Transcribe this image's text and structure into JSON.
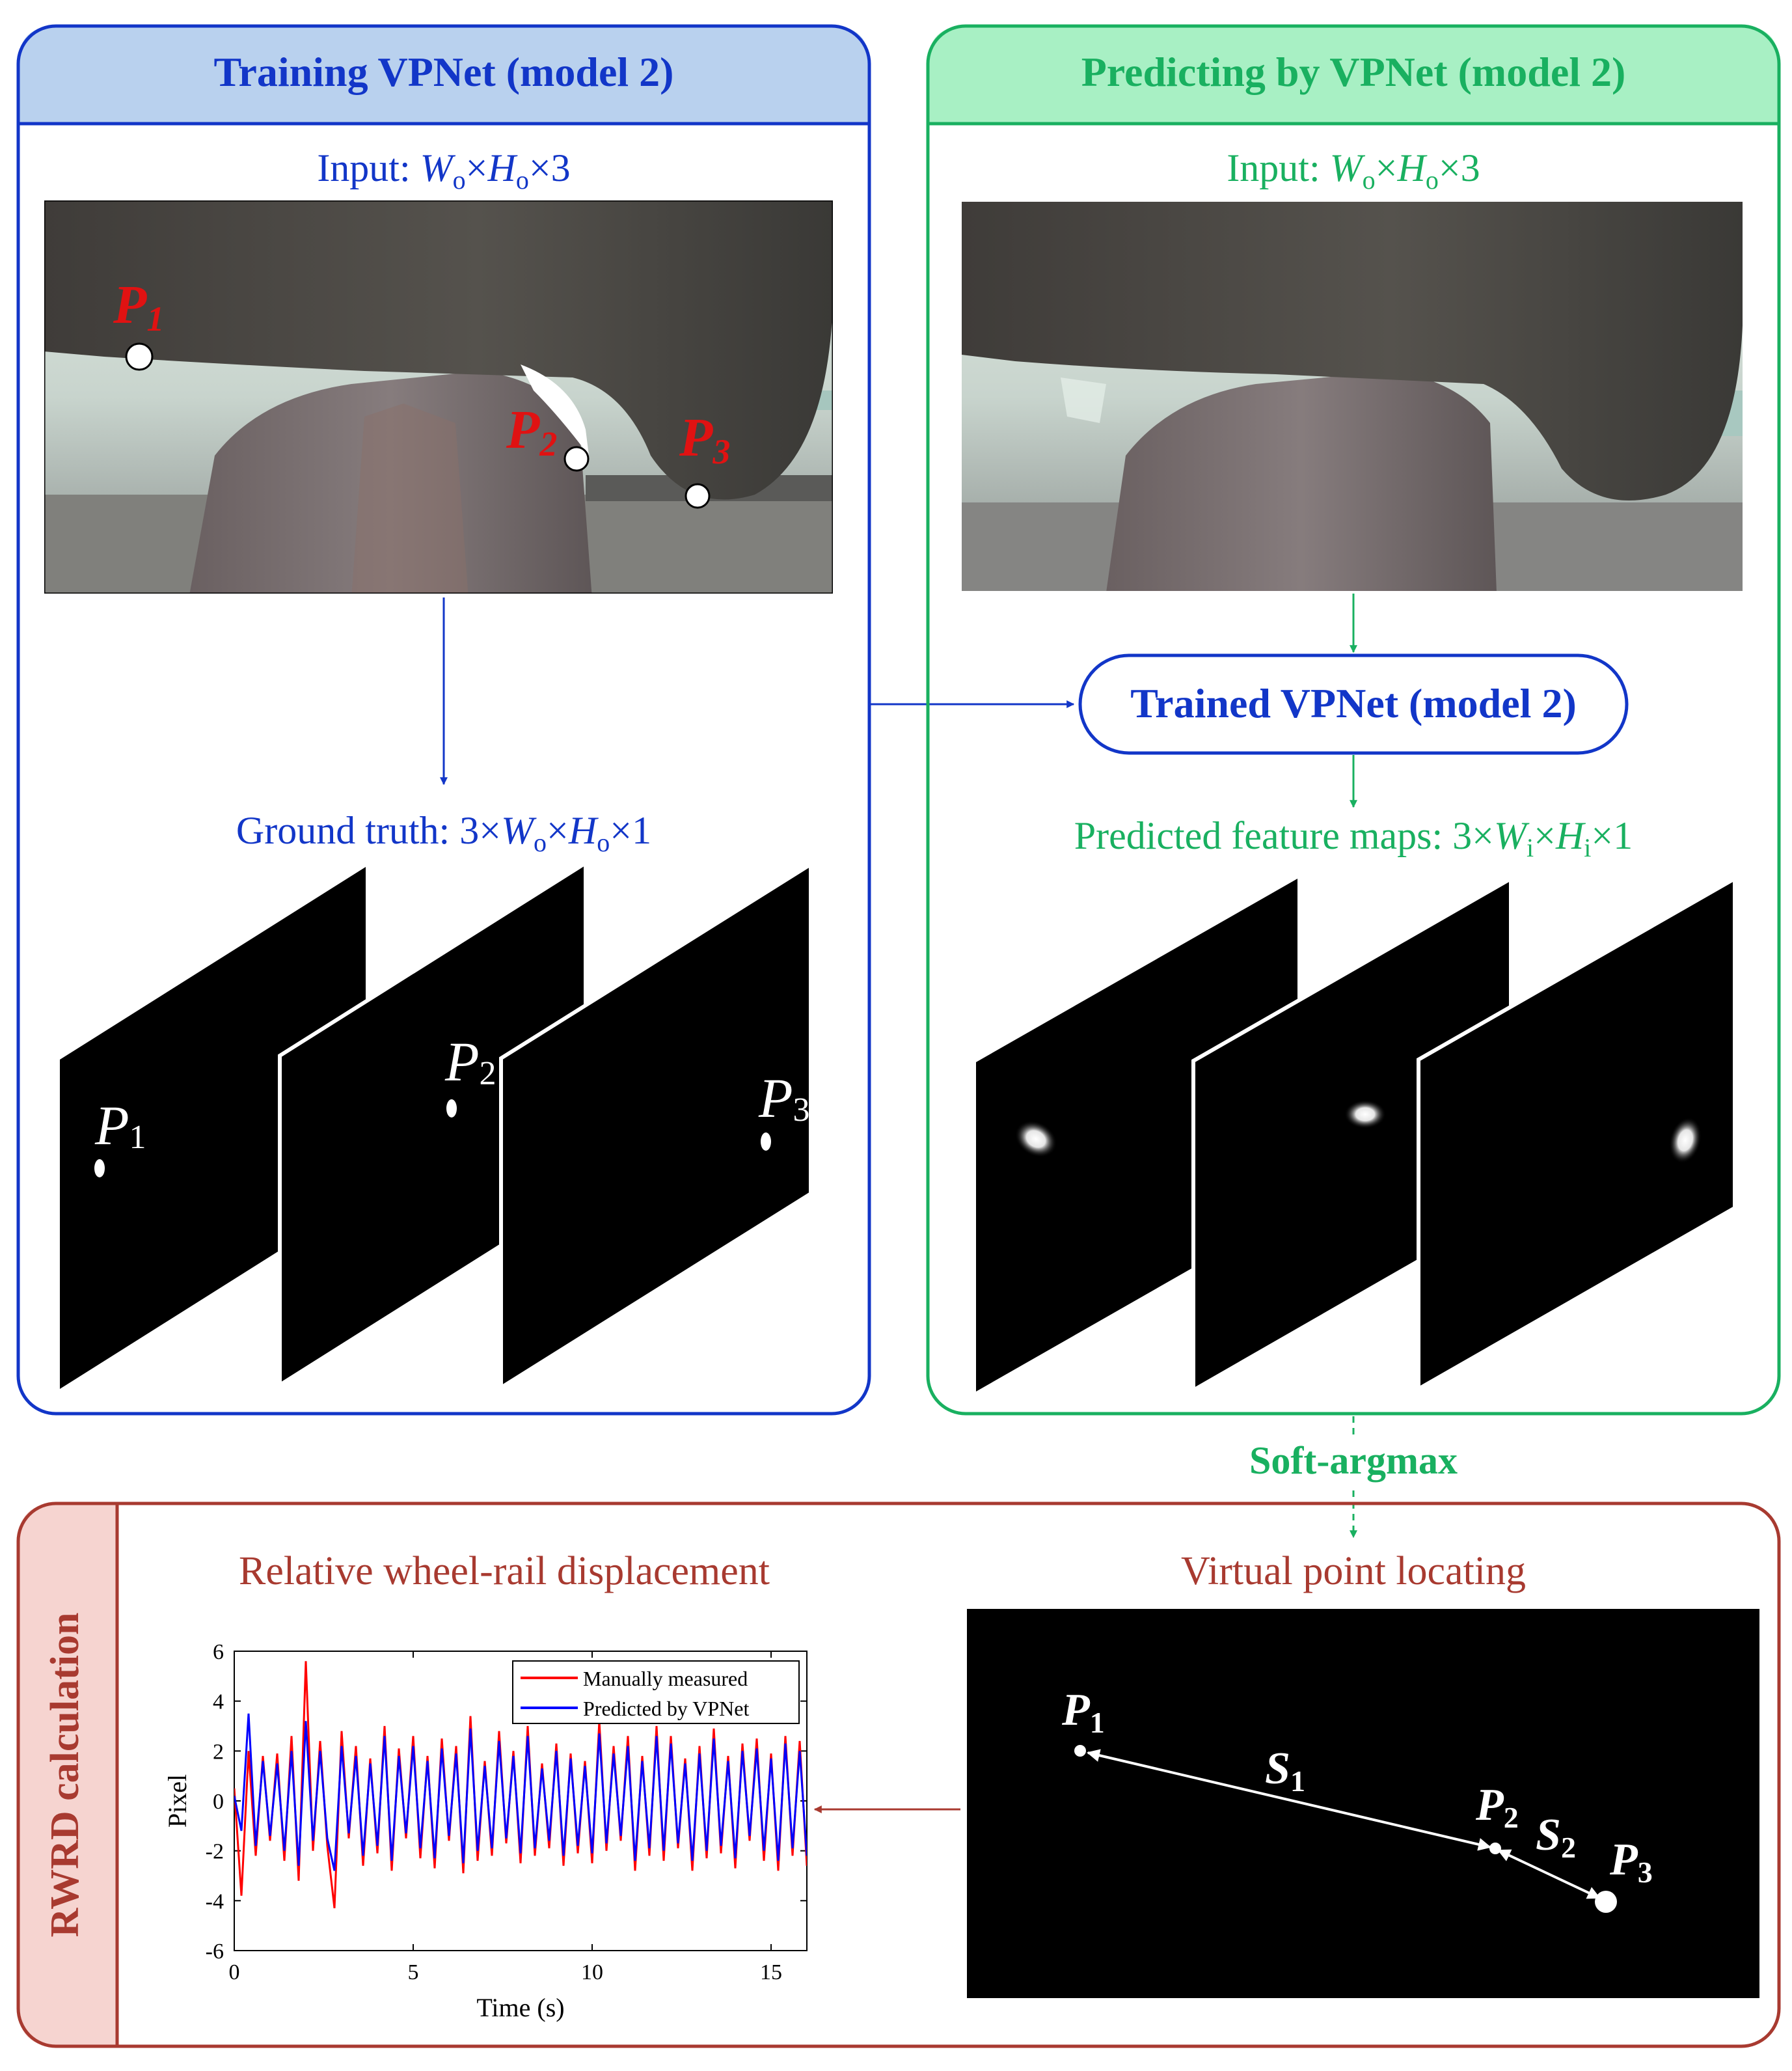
{
  "colors": {
    "blue": "#1236c8",
    "blue_header_fill": "#b9d1ee",
    "green": "#19b060",
    "green_header_fill": "#a8f0c4",
    "red_brown": "#a83a30",
    "red_header_fill": "#f6d4d0",
    "point_red": "#e01212"
  },
  "training_panel": {
    "title": "Training VPNet (model 2)",
    "input_prefix": "Input: ",
    "ground_truth_prefix": "Ground truth: 3×",
    "map_labels": [
      {
        "base": "P",
        "sub": "1"
      },
      {
        "base": "P",
        "sub": "2"
      },
      {
        "base": "P",
        "sub": "3"
      }
    ]
  },
  "input_label_parts": {
    "w": "W",
    "w_sub": "o",
    "times": "×",
    "h": "H",
    "h_sub": "o",
    "tail_3": "×3",
    "tail_1": "×1"
  },
  "image_points": [
    {
      "base": "P",
      "sub": "1"
    },
    {
      "base": "P",
      "sub": "2"
    },
    {
      "base": "P",
      "sub": "3"
    }
  ],
  "predicting_panel": {
    "title": "Predicting by VPNet (model 2)",
    "input_prefix": "Input: ",
    "trained_box": "Trained VPNet (model 2)",
    "predicted_prefix": "Predicted feature maps: 3×",
    "pred_parts": {
      "w": "W",
      "w_sub": "i",
      "times": "×",
      "h": "H",
      "h_sub": "i",
      "tail": "×1"
    }
  },
  "soft_argmax": "Soft-argmax",
  "rwrd_panel": {
    "side_label": "RWRD calculation",
    "displacement_title": "Relative wheel-rail displacement",
    "virtual_title": "Virtual point locating",
    "virtual_points": [
      {
        "base": "P",
        "sub": "1"
      },
      {
        "base": "P",
        "sub": "2"
      },
      {
        "base": "P",
        "sub": "3"
      }
    ],
    "segments": [
      {
        "base": "S",
        "sub": "1"
      },
      {
        "base": "S",
        "sub": "2"
      }
    ]
  },
  "chart_data": {
    "type": "line",
    "xlabel": "Time (s)",
    "ylabel": "Pixel",
    "xlim": [
      0,
      16
    ],
    "ylim": [
      -6,
      6
    ],
    "xticks": [
      0,
      5,
      10,
      15
    ],
    "yticks": [
      -6,
      -4,
      -2,
      0,
      2,
      4,
      6
    ],
    "legend_position": "top-right",
    "series": [
      {
        "name": "Manually measured",
        "color": "#ff0000",
        "x": [
          0.0,
          0.2,
          0.4,
          0.6,
          0.8,
          1.0,
          1.2,
          1.4,
          1.6,
          1.8,
          2.0,
          2.2,
          2.4,
          2.6,
          2.8,
          3.0,
          3.2,
          3.4,
          3.6,
          3.8,
          4.0,
          4.2,
          4.4,
          4.6,
          4.8,
          5.0,
          5.2,
          5.4,
          5.6,
          5.8,
          6.0,
          6.2,
          6.4,
          6.6,
          6.8,
          7.0,
          7.2,
          7.4,
          7.6,
          7.8,
          8.0,
          8.2,
          8.4,
          8.6,
          8.8,
          9.0,
          9.2,
          9.4,
          9.6,
          9.8,
          10.0,
          10.2,
          10.4,
          10.6,
          10.8,
          11.0,
          11.2,
          11.4,
          11.6,
          11.8,
          12.0,
          12.2,
          12.4,
          12.6,
          12.8,
          13.0,
          13.2,
          13.4,
          13.6,
          13.8,
          14.0,
          14.2,
          14.4,
          14.6,
          14.8,
          15.0,
          15.2,
          15.4,
          15.6,
          15.8,
          16.0
        ],
        "y": [
          0.5,
          -3.8,
          2.0,
          -2.2,
          1.8,
          -1.6,
          1.9,
          -2.4,
          2.6,
          -3.2,
          5.6,
          -2.0,
          2.4,
          -1.8,
          -4.3,
          2.8,
          -1.5,
          2.2,
          -2.6,
          1.7,
          -2.1,
          3.0,
          -2.8,
          2.1,
          -1.5,
          2.6,
          -2.3,
          1.8,
          -2.7,
          2.5,
          -1.6,
          2.2,
          -2.9,
          3.4,
          -2.4,
          1.6,
          -2.2,
          2.8,
          -1.7,
          2.0,
          -2.5,
          3.0,
          -2.2,
          1.5,
          -1.9,
          2.3,
          -2.6,
          1.9,
          -2.1,
          1.6,
          -2.5,
          3.2,
          -2.0,
          2.2,
          -1.6,
          2.6,
          -2.8,
          1.8,
          -2.2,
          3.0,
          -2.4,
          2.6,
          -1.9,
          1.7,
          -2.8,
          2.2,
          -2.3,
          2.9,
          -2.1,
          1.8,
          -2.7,
          2.3,
          -1.6,
          2.5,
          -2.4,
          1.9,
          -2.8,
          2.6,
          -2.2,
          2.4,
          -2.6
        ]
      },
      {
        "name": "Predicted by VPNet",
        "color": "#0000ff",
        "x": [
          0.0,
          0.2,
          0.4,
          0.6,
          0.8,
          1.0,
          1.2,
          1.4,
          1.6,
          1.8,
          2.0,
          2.2,
          2.4,
          2.6,
          2.8,
          3.0,
          3.2,
          3.4,
          3.6,
          3.8,
          4.0,
          4.2,
          4.4,
          4.6,
          4.8,
          5.0,
          5.2,
          5.4,
          5.6,
          5.8,
          6.0,
          6.2,
          6.4,
          6.6,
          6.8,
          7.0,
          7.2,
          7.4,
          7.6,
          7.8,
          8.0,
          8.2,
          8.4,
          8.6,
          8.8,
          9.0,
          9.2,
          9.4,
          9.6,
          9.8,
          10.0,
          10.2,
          10.4,
          10.6,
          10.8,
          11.0,
          11.2,
          11.4,
          11.6,
          11.8,
          12.0,
          12.2,
          12.4,
          12.6,
          12.8,
          13.0,
          13.2,
          13.4,
          13.6,
          13.8,
          14.0,
          14.2,
          14.4,
          14.6,
          14.8,
          15.0,
          15.2,
          15.4,
          15.6,
          15.8,
          16.0
        ],
        "y": [
          0.2,
          -1.2,
          3.5,
          -1.8,
          1.6,
          -1.4,
          1.5,
          -2.0,
          2.0,
          -2.6,
          3.2,
          -1.6,
          2.0,
          -1.5,
          -2.8,
          2.2,
          -1.3,
          1.8,
          -2.2,
          1.5,
          -1.8,
          2.6,
          -2.4,
          1.8,
          -1.3,
          2.2,
          -1.9,
          1.6,
          -2.3,
          2.1,
          -1.4,
          1.9,
          -2.5,
          2.9,
          -2.0,
          1.4,
          -1.9,
          2.4,
          -1.5,
          1.8,
          -2.1,
          2.6,
          -1.9,
          1.3,
          -1.6,
          2.0,
          -2.2,
          1.7,
          -1.8,
          1.4,
          -2.1,
          2.7,
          -1.7,
          1.9,
          -1.4,
          2.2,
          -2.4,
          1.6,
          -1.9,
          2.6,
          -2.0,
          2.3,
          -1.7,
          1.5,
          -2.4,
          1.9,
          -2.0,
          2.5,
          -1.8,
          1.6,
          -2.3,
          2.0,
          -1.4,
          2.1,
          -2.0,
          1.7,
          -2.4,
          2.3,
          -1.9,
          2.0,
          -2.2
        ]
      }
    ]
  }
}
